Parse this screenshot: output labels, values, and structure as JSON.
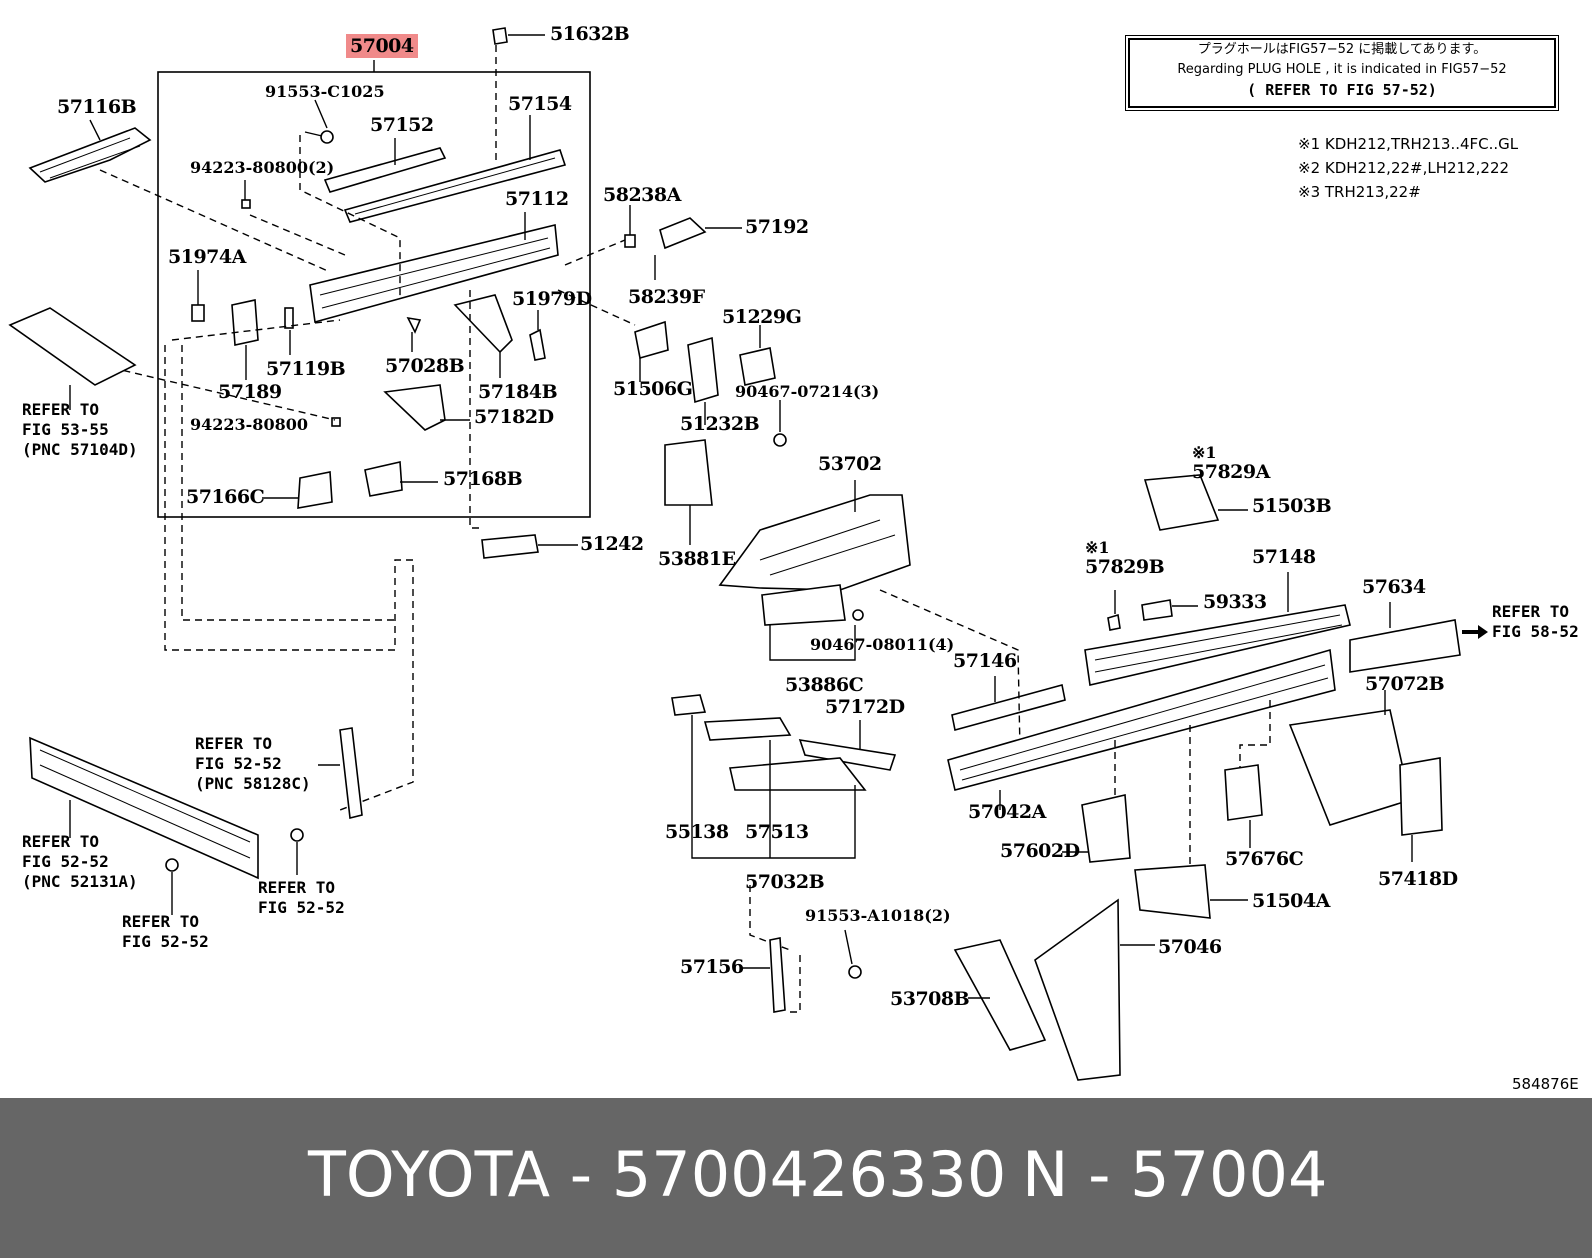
{
  "note": {
    "line1": "プラグホールはFIG57−52 に掲載してあります。",
    "line2": "Regarding  PLUG HOLE , it is indicated  in  FIG57−52",
    "line3": "( REFER  TO  FIG  57-52)"
  },
  "remarks": [
    "※1 KDH212,TRH213..4FC..GL",
    "※2 KDH212,22#,LH212,222",
    "※3 TRH213,22#"
  ],
  "parts": {
    "p57004": "57004",
    "p51632B": "51632B",
    "p91553C1025": "91553-C1025",
    "p57116B": "57116B",
    "p57152": "57152",
    "p57154": "57154",
    "p94223_2": "94223-80800(2)",
    "p57112": "57112",
    "p58238A": "58238A",
    "p57192": "57192",
    "p51974A": "51974A",
    "p58239F": "58239F",
    "p51979D": "51979D",
    "p51229G": "51229G",
    "p57119B": "57119B",
    "p57028B": "57028B",
    "p57189": "57189",
    "p57184B": "57184B",
    "p51506G": "51506G",
    "p90467_3": "90467-07214(3)",
    "p94223": "94223-80800",
    "p57182D": "57182D",
    "p51232B": "51232B",
    "p57168B": "57168B",
    "p57166C": "57166C",
    "p53702": "53702",
    "p57829A": "57829A",
    "p51503B": "51503B",
    "p51242": "51242",
    "p53881E": "53881E",
    "p57829B": "57829B",
    "p57148": "57148",
    "p59333": "59333",
    "p57634": "57634",
    "p90467_4": "90467-08011(4)",
    "p57146": "57146",
    "p53886C": "53886C",
    "p57172D": "57172D",
    "p57072B": "57072B",
    "p57042A": "57042A",
    "p55138": "55138",
    "p57513": "57513",
    "p57602D": "57602D",
    "p57676C": "57676C",
    "p57418D": "57418D",
    "p57032B": "57032B",
    "p51504A": "51504A",
    "p91553A1018": "91553-A1018(2)",
    "p57046": "57046",
    "p57156": "57156",
    "p53708B": "53708B",
    "mark1a": "※1",
    "mark1b": "※1"
  },
  "refs": {
    "r53_55": [
      "REFER  TO",
      "FIG  53-55",
      "(PNC  57104D)"
    ],
    "r52_52_58128C": [
      "REFER  TO",
      "FIG  52-52",
      "(PNC  58128C)"
    ],
    "r52_52_52131A": [
      "REFER  TO",
      "FIG  52-52",
      "(PNC  52131A)"
    ],
    "r52_52_a": [
      "REFER  TO",
      "FIG  52-52"
    ],
    "r52_52_b": [
      "REFER  TO",
      "FIG  52-52"
    ],
    "r58_52": [
      "REFER  TO",
      "FIG  58-52"
    ]
  },
  "figure_number": "584876E",
  "footer": {
    "brand_part": "TOYOTA - 5700426330",
    "pnc": "N - 57004"
  },
  "colors": {
    "highlight": "#f08a8a",
    "footer_bg": "#666666",
    "footer_text": "#ffffff"
  }
}
